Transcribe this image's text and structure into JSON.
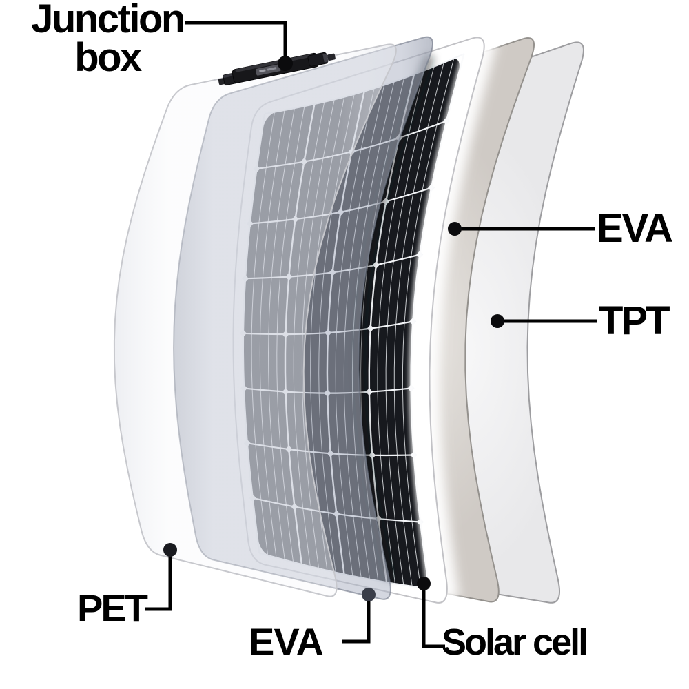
{
  "page": {
    "background": "#ffffff",
    "ink": "#000000"
  },
  "diagram": {
    "type": "exploded-layer-diagram",
    "labels": {
      "junction_box": "Junction box",
      "eva_top": "EVA",
      "tpt": "TPT",
      "pet": "PET",
      "eva_bottom": "EVA",
      "solar_cell": "Solar cell"
    },
    "layers": [
      {
        "name": "PET",
        "fill_center": "rgba(246,247,250,0.34)",
        "fill_edge": "rgba(226,228,234,0.62)",
        "stroke": "#c7c8cd"
      },
      {
        "name": "EVA",
        "fill_center": "rgba(176,182,198,0.55)",
        "fill_edge": "rgba(150,156,172,0.64)",
        "stroke": "rgba(118,124,140,0.65)"
      },
      {
        "name": "Solar cell",
        "backing": "#ffffff",
        "cell": "#17191e",
        "stroke": "#c2c2c6",
        "grid_line": "#f3f5f8"
      },
      {
        "name": "EVA",
        "fill_center": "#e6e3df",
        "fill_edge": "#cfcac5",
        "stroke": "#94918d"
      },
      {
        "name": "TPT",
        "fill_center": "#f7f7f8",
        "fill_edge": "#e8e8ea",
        "stroke": "#9d9da0"
      }
    ],
    "junction_box_color": "#17171a",
    "grid": {
      "columns": 4,
      "rows": 8,
      "busbars_per_cell": 4
    }
  }
}
